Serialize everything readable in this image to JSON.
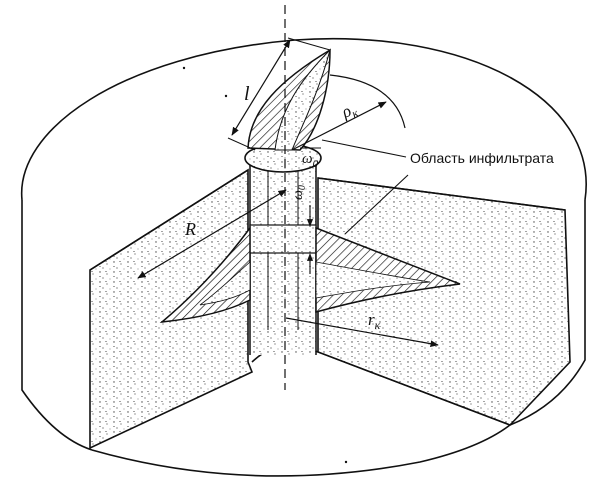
{
  "labels": {
    "callout": "Область инфильтрата",
    "length": "l",
    "rho_k": "ρ",
    "rho_k_sub": "к",
    "omega_top": "ω",
    "omega_top_sub": "0",
    "omega_side": "ω",
    "omega_side_sub": "0",
    "radius_big": "R",
    "radius_r": "r",
    "radius_r_sub": "к"
  }
}
